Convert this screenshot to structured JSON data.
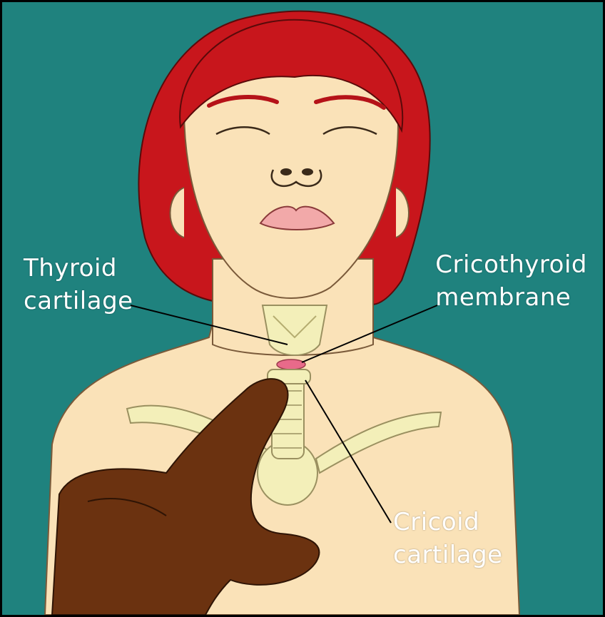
{
  "labels": {
    "thyroid": [
      "Thyroid",
      "cartilage"
    ],
    "cricothyroid": [
      "Cricothyroid",
      "membrane"
    ],
    "cricoid": [
      "Cricoid",
      "cartilage"
    ]
  },
  "colors": {
    "background": "#1f827e",
    "skin": "#fae2b8",
    "hair": "#c8161c",
    "finger": "#6b3210",
    "cartilage": "#f3efb9",
    "lips": "#f2a9a9",
    "membrane": "#e86a8a",
    "label_text": "#ffffff",
    "leader_line": "#000000"
  }
}
